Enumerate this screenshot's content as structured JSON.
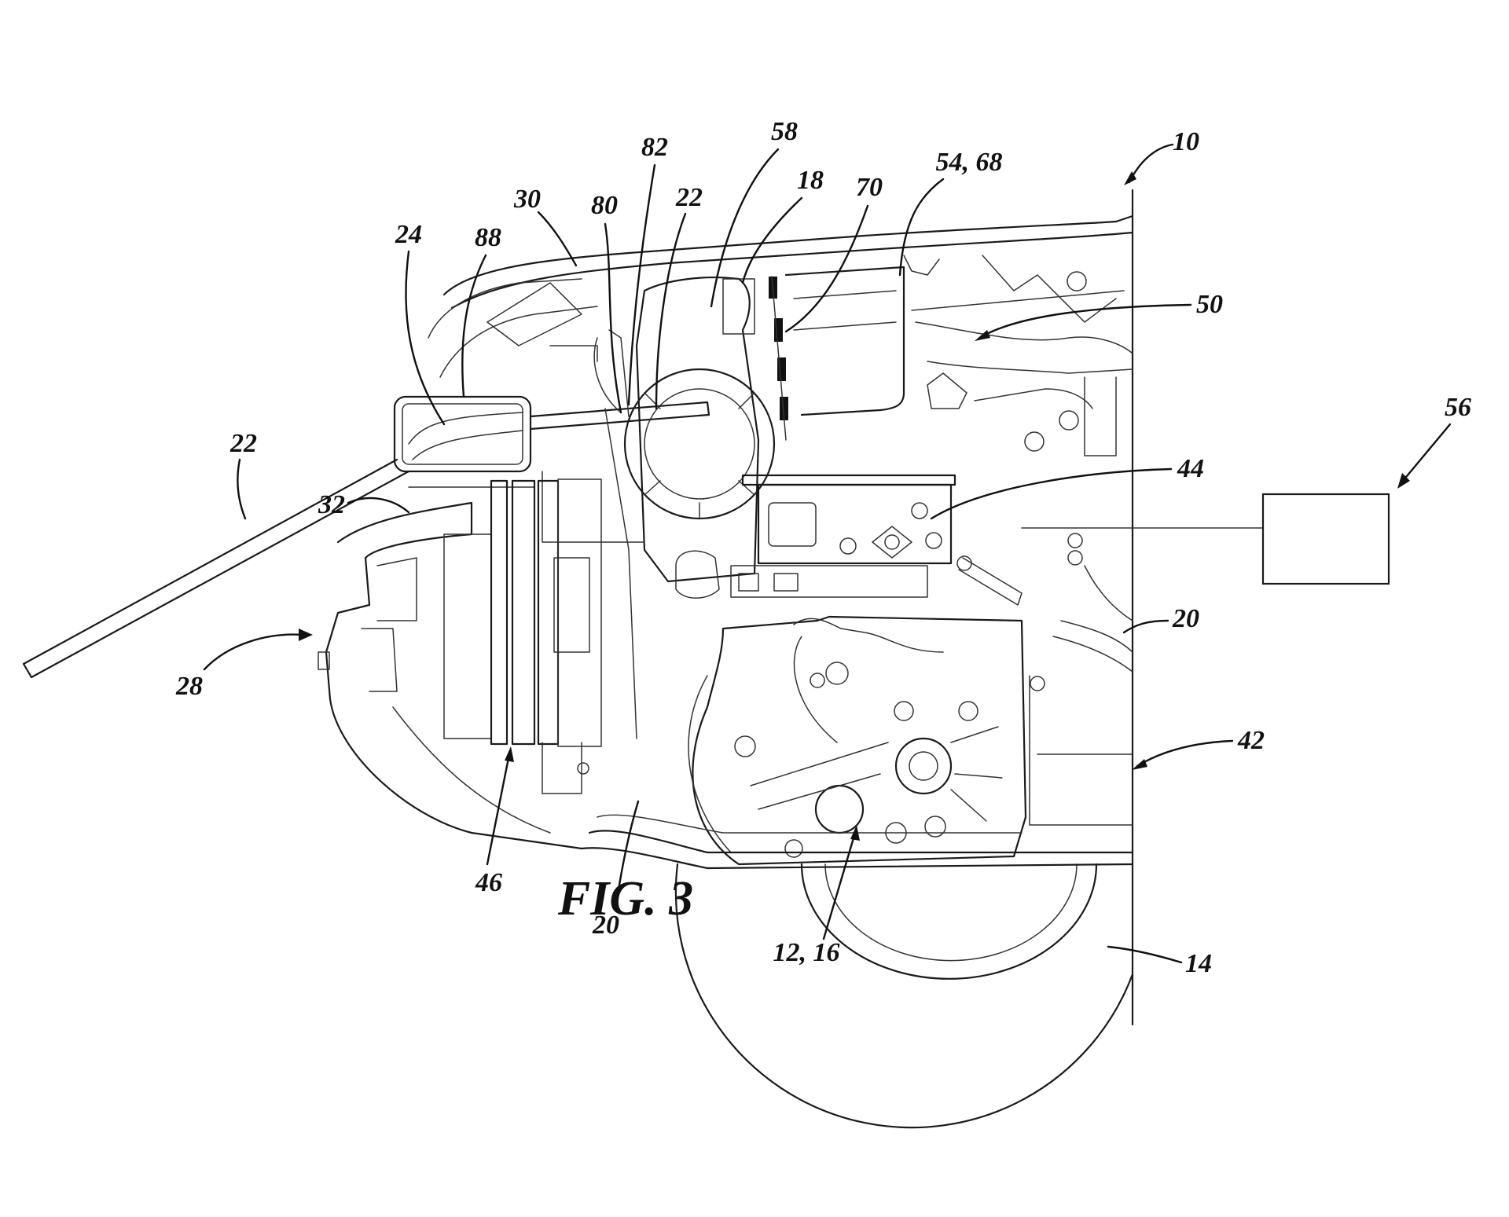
{
  "figure": {
    "caption": "FIG. 3",
    "subject": "vehicle front-end cross-section with grille shutter / air guide assembly",
    "reference_numerals": {
      "vehicle": "10",
      "engine_12_16": "12, 16",
      "wheel": "14",
      "component_18": "18",
      "frame_left": "20",
      "frame_right": "20",
      "rod_left": "22",
      "rod_top": "22",
      "duct": "24",
      "bumper_assembly": "28",
      "hood": "30",
      "fascia": "32",
      "wheel_well": "42",
      "engine_block": "44",
      "radiator": "46",
      "engine_bay": "50",
      "housing": "54, 68",
      "controller": "56",
      "reservoir": "58",
      "dashed_line": "70",
      "bracket_80": "80",
      "bracket_82": "82",
      "opening": "88"
    },
    "controller_box": {
      "content": ""
    }
  }
}
